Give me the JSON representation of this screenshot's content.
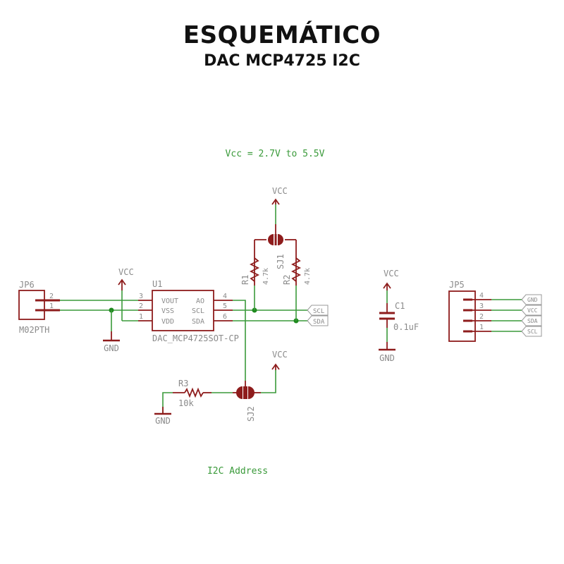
{
  "title": "ESQUEMÁTICO",
  "subtitle": "DAC MCP4725 I2C",
  "notes": {
    "vcc_range": "Vcc = 2.7V to 5.5V",
    "i2c_address": "I2C Address"
  },
  "jp6": {
    "ref": "JP6",
    "value": "M02PTH",
    "pins": [
      "2",
      "1"
    ]
  },
  "u1": {
    "ref": "U1",
    "value": "DAC_MCP4725SOT-CP",
    "left_pins": [
      {
        "num": "3",
        "name": "VOUT"
      },
      {
        "num": "2",
        "name": "VSS"
      },
      {
        "num": "1",
        "name": "VDD"
      }
    ],
    "right_pins": [
      {
        "num": "4",
        "name": "AO"
      },
      {
        "num": "5",
        "name": "SCL"
      },
      {
        "num": "6",
        "name": "SDA"
      }
    ]
  },
  "r1": {
    "ref": "R1",
    "value": "4.7k"
  },
  "r2": {
    "ref": "R2",
    "value": "4.7k"
  },
  "r3": {
    "ref": "R3",
    "value": "10k"
  },
  "sj1": {
    "ref": "SJ1"
  },
  "sj2": {
    "ref": "SJ2"
  },
  "c1": {
    "ref": "C1",
    "value": "0.1uF"
  },
  "jp5": {
    "ref": "JP5",
    "pins": [
      "4",
      "3",
      "2",
      "1"
    ],
    "nets": [
      "GND",
      "VCC",
      "SDA",
      "SCL"
    ]
  },
  "power": {
    "vcc": "VCC",
    "gnd": "GND"
  },
  "flags": {
    "scl": "SCL",
    "sda": "SDA"
  }
}
